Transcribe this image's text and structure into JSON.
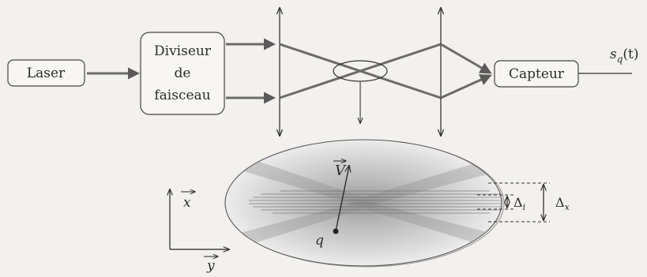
{
  "blocks": {
    "laser": "Laser",
    "splitter_line1": "Diviseur",
    "splitter_line2": "de",
    "splitter_line3": "faisceau",
    "sensor": "Capteur"
  },
  "labels": {
    "signal_main": "s",
    "signal_sub": "q",
    "signal_arg": "(t)",
    "velocity": "V",
    "axis_x": "x",
    "axis_y": "y",
    "particle": "q",
    "delta_i_main": "Δ",
    "delta_i_sub": "i",
    "delta_x_main": "Δ",
    "delta_x_sub": "x"
  },
  "colors": {
    "line": "#3a3a3a",
    "beam": "#6b6b6b",
    "background": "#f2f1ee"
  }
}
